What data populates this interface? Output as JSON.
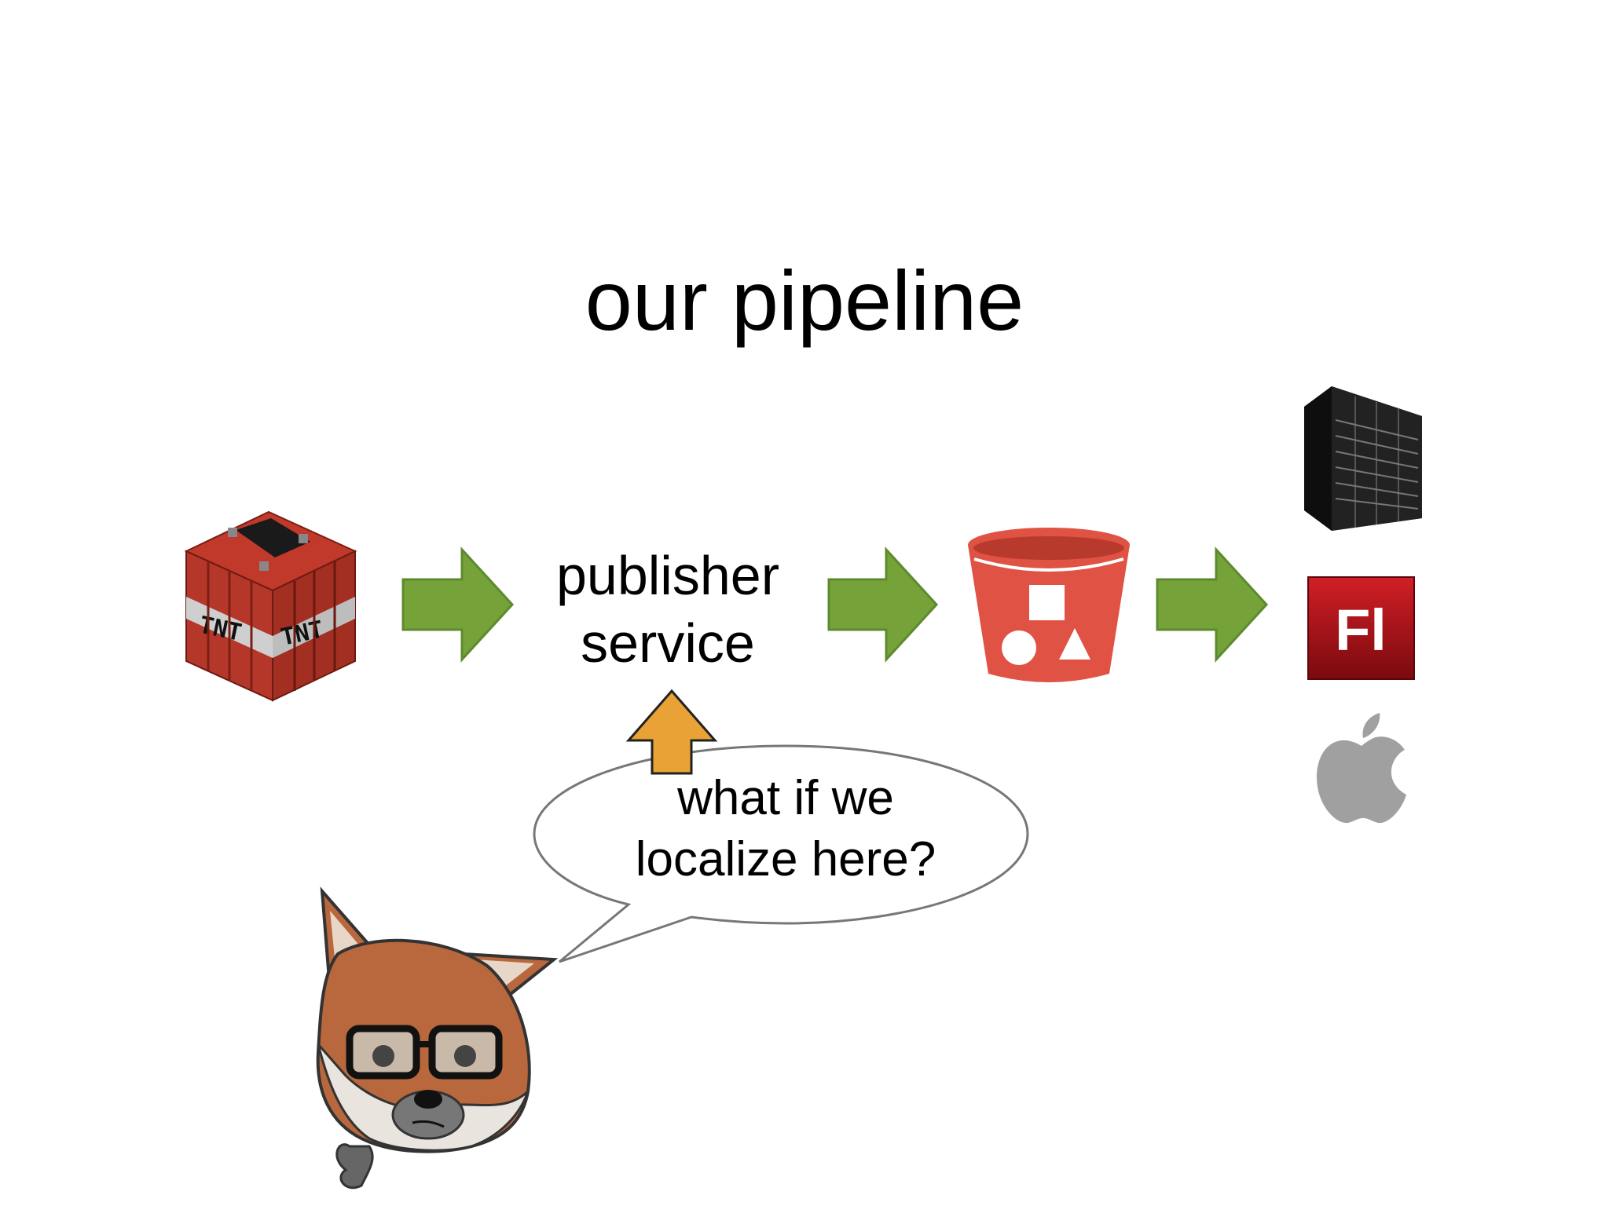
{
  "slide": {
    "title": "our pipeline"
  },
  "pipeline": {
    "service_label_line1": "publisher",
    "service_label_line2": "service",
    "source_icon": "tnt-block-icon",
    "storage_icon": "s3-bucket-icon",
    "targets": [
      "server-rack-icon",
      "flash-fl-icon",
      "apple-logo-icon"
    ],
    "flash_icon_text": "Fl"
  },
  "callout": {
    "line1": "what if we",
    "line2": "localize here?",
    "character_icon": "thinking-fox-icon"
  },
  "colors": {
    "arrow_green": "#76a23a",
    "arrow_green_stroke": "#5d8a2d",
    "arrow_orange": "#e8a235",
    "bucket_red": "#e05243",
    "flash_red": "#b3131b",
    "apple_gray": "#a0a0a0"
  }
}
